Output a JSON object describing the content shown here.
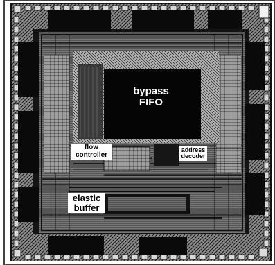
{
  "figure": {
    "title": "",
    "labels": {
      "bypass_fifo": [
        "bypass",
        "FIFO"
      ],
      "flow_controller": [
        "flow",
        "controller"
      ],
      "address_decoder": [
        "address",
        "decoder"
      ],
      "elastic_buffer": [
        "elastic",
        "buffer"
      ]
    }
  },
  "colors": {
    "background": "#ffffff",
    "die_dark": "#0d0d0d",
    "pad_fill": "#7a7a7a",
    "core_gray": "#9a9a9a",
    "label_on_dark": "#ffffff",
    "label_on_light": "#000000"
  }
}
